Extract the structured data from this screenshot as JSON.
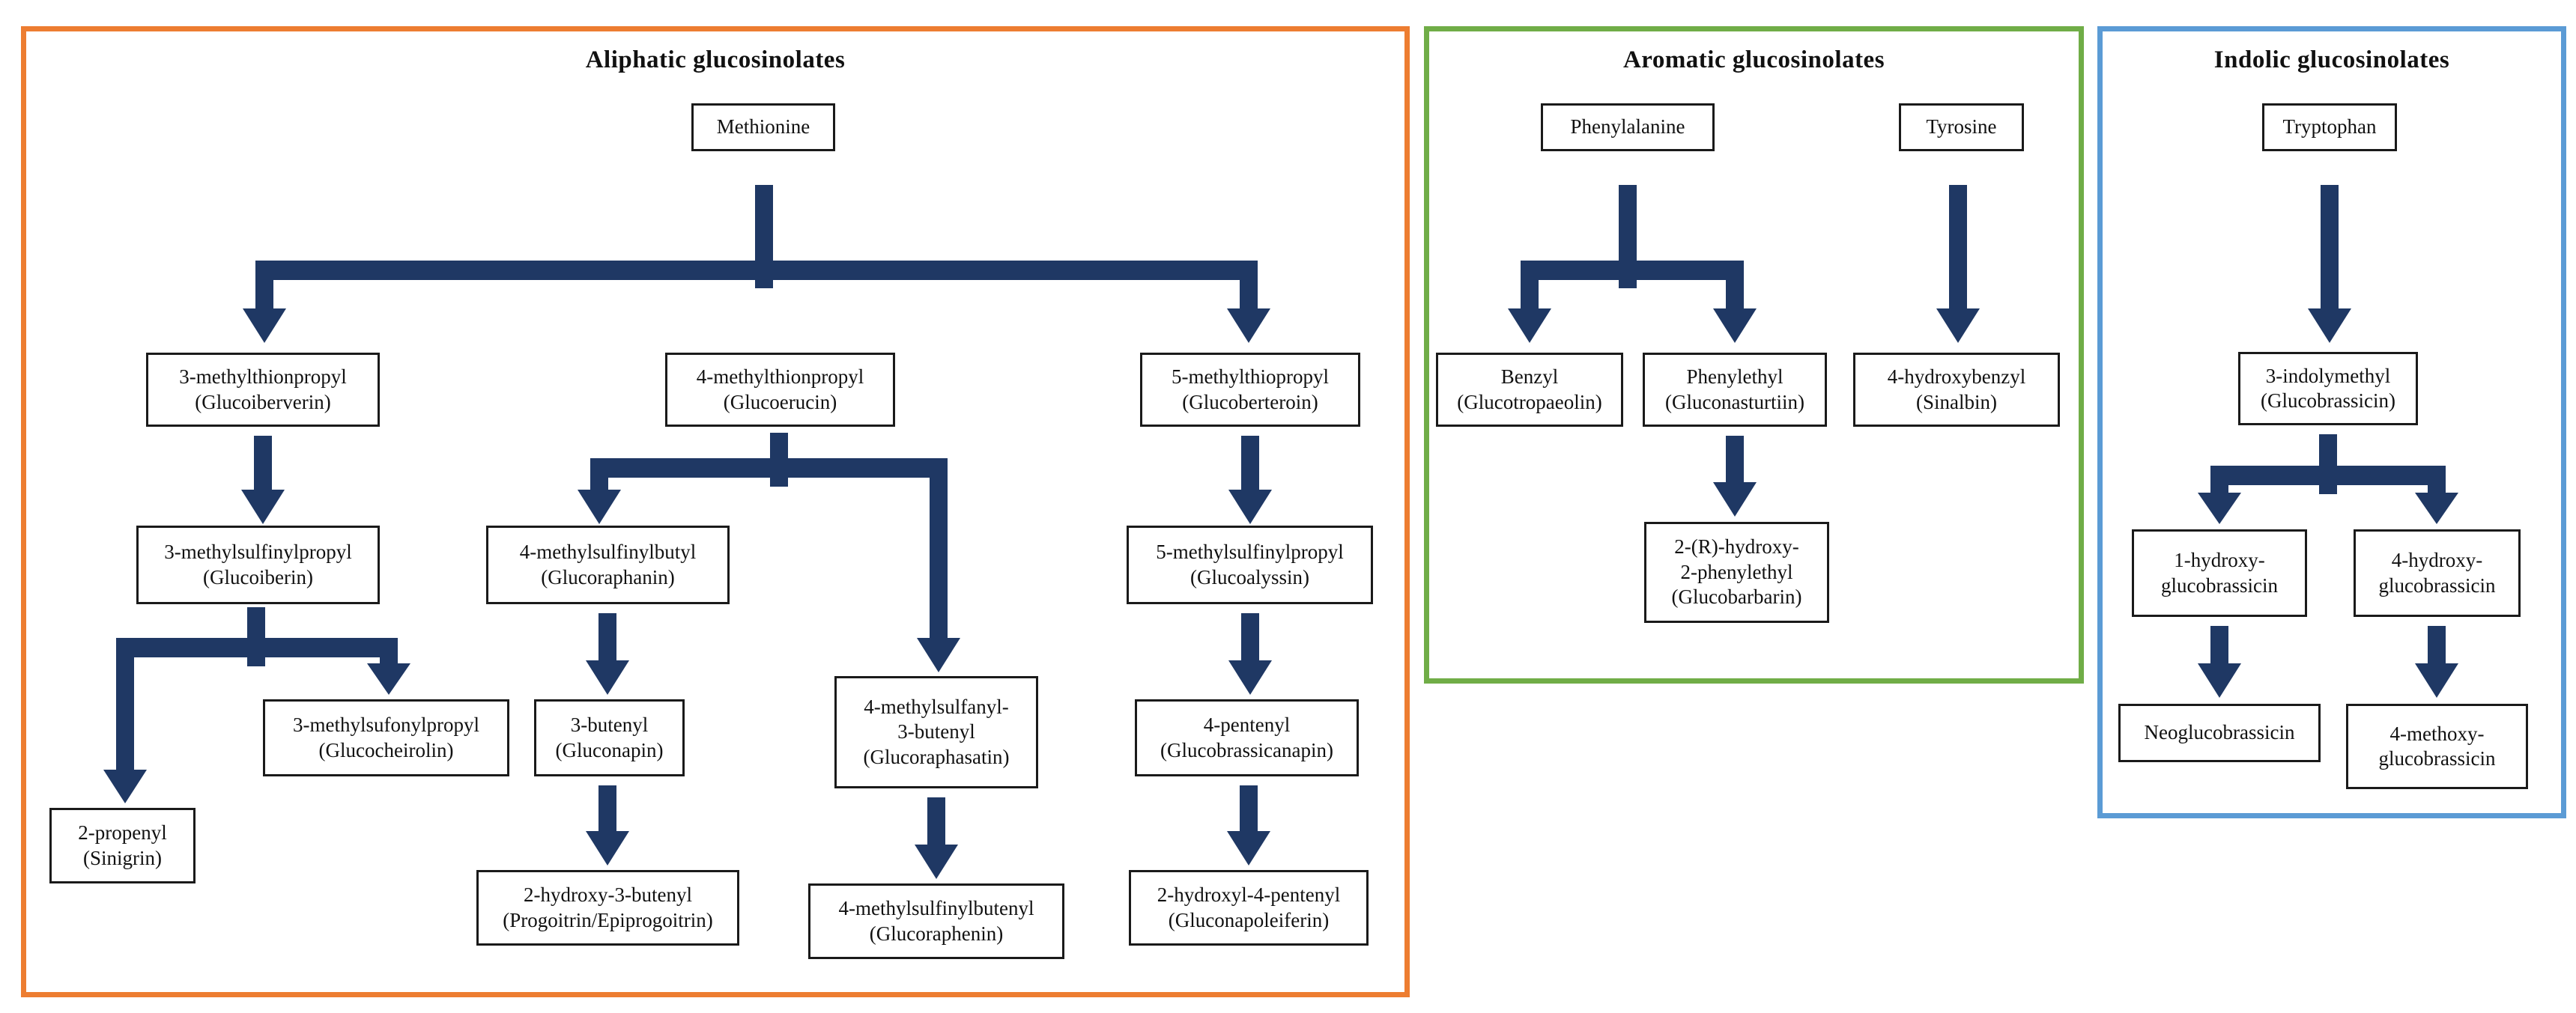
{
  "colors": {
    "arrow": "#1F3864",
    "box_border": "#1a1a1a",
    "aliphatic_border": "#ED7D31",
    "aromatic_border": "#70AD47",
    "indolic_border": "#5B9BD5"
  },
  "panels": {
    "aliphatic": {
      "title": "Aliphatic glucosinolates",
      "nodes": {
        "methionine": {
          "lines": [
            "Methionine"
          ]
        },
        "glucoiberverin": {
          "lines": [
            "3-methylthionpropyl",
            "(Glucoiberverin)"
          ]
        },
        "glucoerucin": {
          "lines": [
            "4-methylthionpropyl",
            "(Glucoerucin)"
          ]
        },
        "glucoberteroin": {
          "lines": [
            "5-methylthiopropyl",
            "(Glucoberteroin)"
          ]
        },
        "glucoiberin": {
          "lines": [
            "3-methylsulfinylpropyl",
            "(Glucoiberin)"
          ]
        },
        "glucoraphanin": {
          "lines": [
            "4-methylsulfinylbutyl",
            "(Glucoraphanin)"
          ]
        },
        "glucoalyssin": {
          "lines": [
            "5-methylsulfinylpropyl",
            "(Glucoalyssin)"
          ]
        },
        "glucocheirolin": {
          "lines": [
            "3-methylsufonylpropyl",
            "(Glucocheirolin)"
          ]
        },
        "gluconapin": {
          "lines": [
            "3-butenyl",
            "(Gluconapin)"
          ]
        },
        "glucoraphasatin": {
          "lines": [
            "4-methylsulfanyl-",
            "3-butenyl",
            "(Glucoraphasatin)"
          ]
        },
        "glucobrassicanapin": {
          "lines": [
            "4-pentenyl",
            "(Glucobrassicanapin)"
          ]
        },
        "sinigrin": {
          "lines": [
            "2-propenyl",
            "(Sinigrin)"
          ]
        },
        "progoitrin": {
          "lines": [
            "2-hydroxy-3-butenyl",
            "(Progoitrin/Epiprogoitrin)"
          ]
        },
        "glucoraphenin": {
          "lines": [
            "4-methylsulfinylbutenyl",
            "(Glucoraphenin)"
          ]
        },
        "gluconapoleiferin": {
          "lines": [
            "2-hydroxyl-4-pentenyl",
            "(Gluconapoleiferin)"
          ]
        }
      }
    },
    "aromatic": {
      "title": "Aromatic glucosinolates",
      "nodes": {
        "phenylalanine": {
          "lines": [
            "Phenylalanine"
          ]
        },
        "tyrosine": {
          "lines": [
            "Tyrosine"
          ]
        },
        "glucotropaeolin": {
          "lines": [
            "Benzyl",
            "(Glucotropaeolin)"
          ]
        },
        "gluconasturtiin": {
          "lines": [
            "Phenylethyl",
            "(Gluconasturtiin)"
          ]
        },
        "sinalbin": {
          "lines": [
            "4-hydroxybenzyl",
            "(Sinalbin)"
          ]
        },
        "glucobarbarin": {
          "lines": [
            "2-(R)-hydroxy-",
            "2-phenylethyl",
            "(Glucobarbarin)"
          ]
        }
      }
    },
    "indolic": {
      "title": "Indolic glucosinolates",
      "nodes": {
        "tryptophan": {
          "lines": [
            "Tryptophan"
          ]
        },
        "glucobrassicin": {
          "lines": [
            "3-indolymethyl",
            "(Glucobrassicin)"
          ]
        },
        "hydroxy1": {
          "lines": [
            "1-hydroxy-",
            "glucobrassicin"
          ]
        },
        "hydroxy4": {
          "lines": [
            "4-hydroxy-",
            "glucobrassicin"
          ]
        },
        "neoglucobrassicin": {
          "lines": [
            "Neoglucobrassicin"
          ]
        },
        "methoxy4": {
          "lines": [
            "4-methoxy-",
            "glucobrassicin"
          ]
        }
      }
    }
  }
}
